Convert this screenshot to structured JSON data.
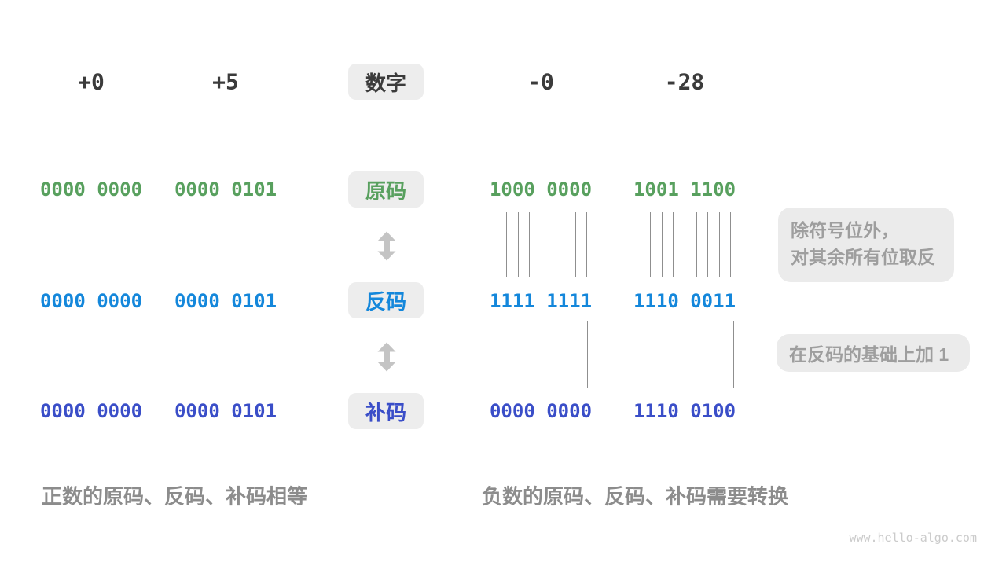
{
  "header": {
    "col1": "+0",
    "col2": "+5",
    "badge": "数字",
    "col3": "-0",
    "col4": "-28"
  },
  "rows": [
    {
      "badge": "原码",
      "color": "#58A05E",
      "values": [
        "0000 0000",
        "0000 0101",
        "1000 0000",
        "1001 1100"
      ]
    },
    {
      "badge": "反码",
      "color": "#1487DB",
      "values": [
        "0000 0000",
        "0000 0101",
        "1111 1111",
        "1110 0011"
      ]
    },
    {
      "badge": "补码",
      "color": "#3A4EC8",
      "values": [
        "0000 0000",
        "0000 0101",
        "0000 0000",
        "1110 0100"
      ]
    }
  ],
  "annotations": {
    "invert_line1": "除符号位外，",
    "invert_line2": "对其余所有位取反",
    "add_one": "在反码的基础上加 1"
  },
  "captions": {
    "positive": "正数的原码、反码、补码相等",
    "negative": "负数的原码、反码、补码需要转换"
  },
  "watermark": "www.hello-algo.com",
  "colors": {
    "number_label": "#3B3B3B",
    "sign_magnitude": "#58A05E",
    "ones_complement": "#1487DB",
    "twos_complement": "#3A4EC8",
    "annotation_text": "#9E9E9E",
    "caption_text": "#8C8C8C",
    "badge_bg": "#EDEDED",
    "arrow": "#C4C4C4",
    "connector_line": "#8F8F8F"
  }
}
